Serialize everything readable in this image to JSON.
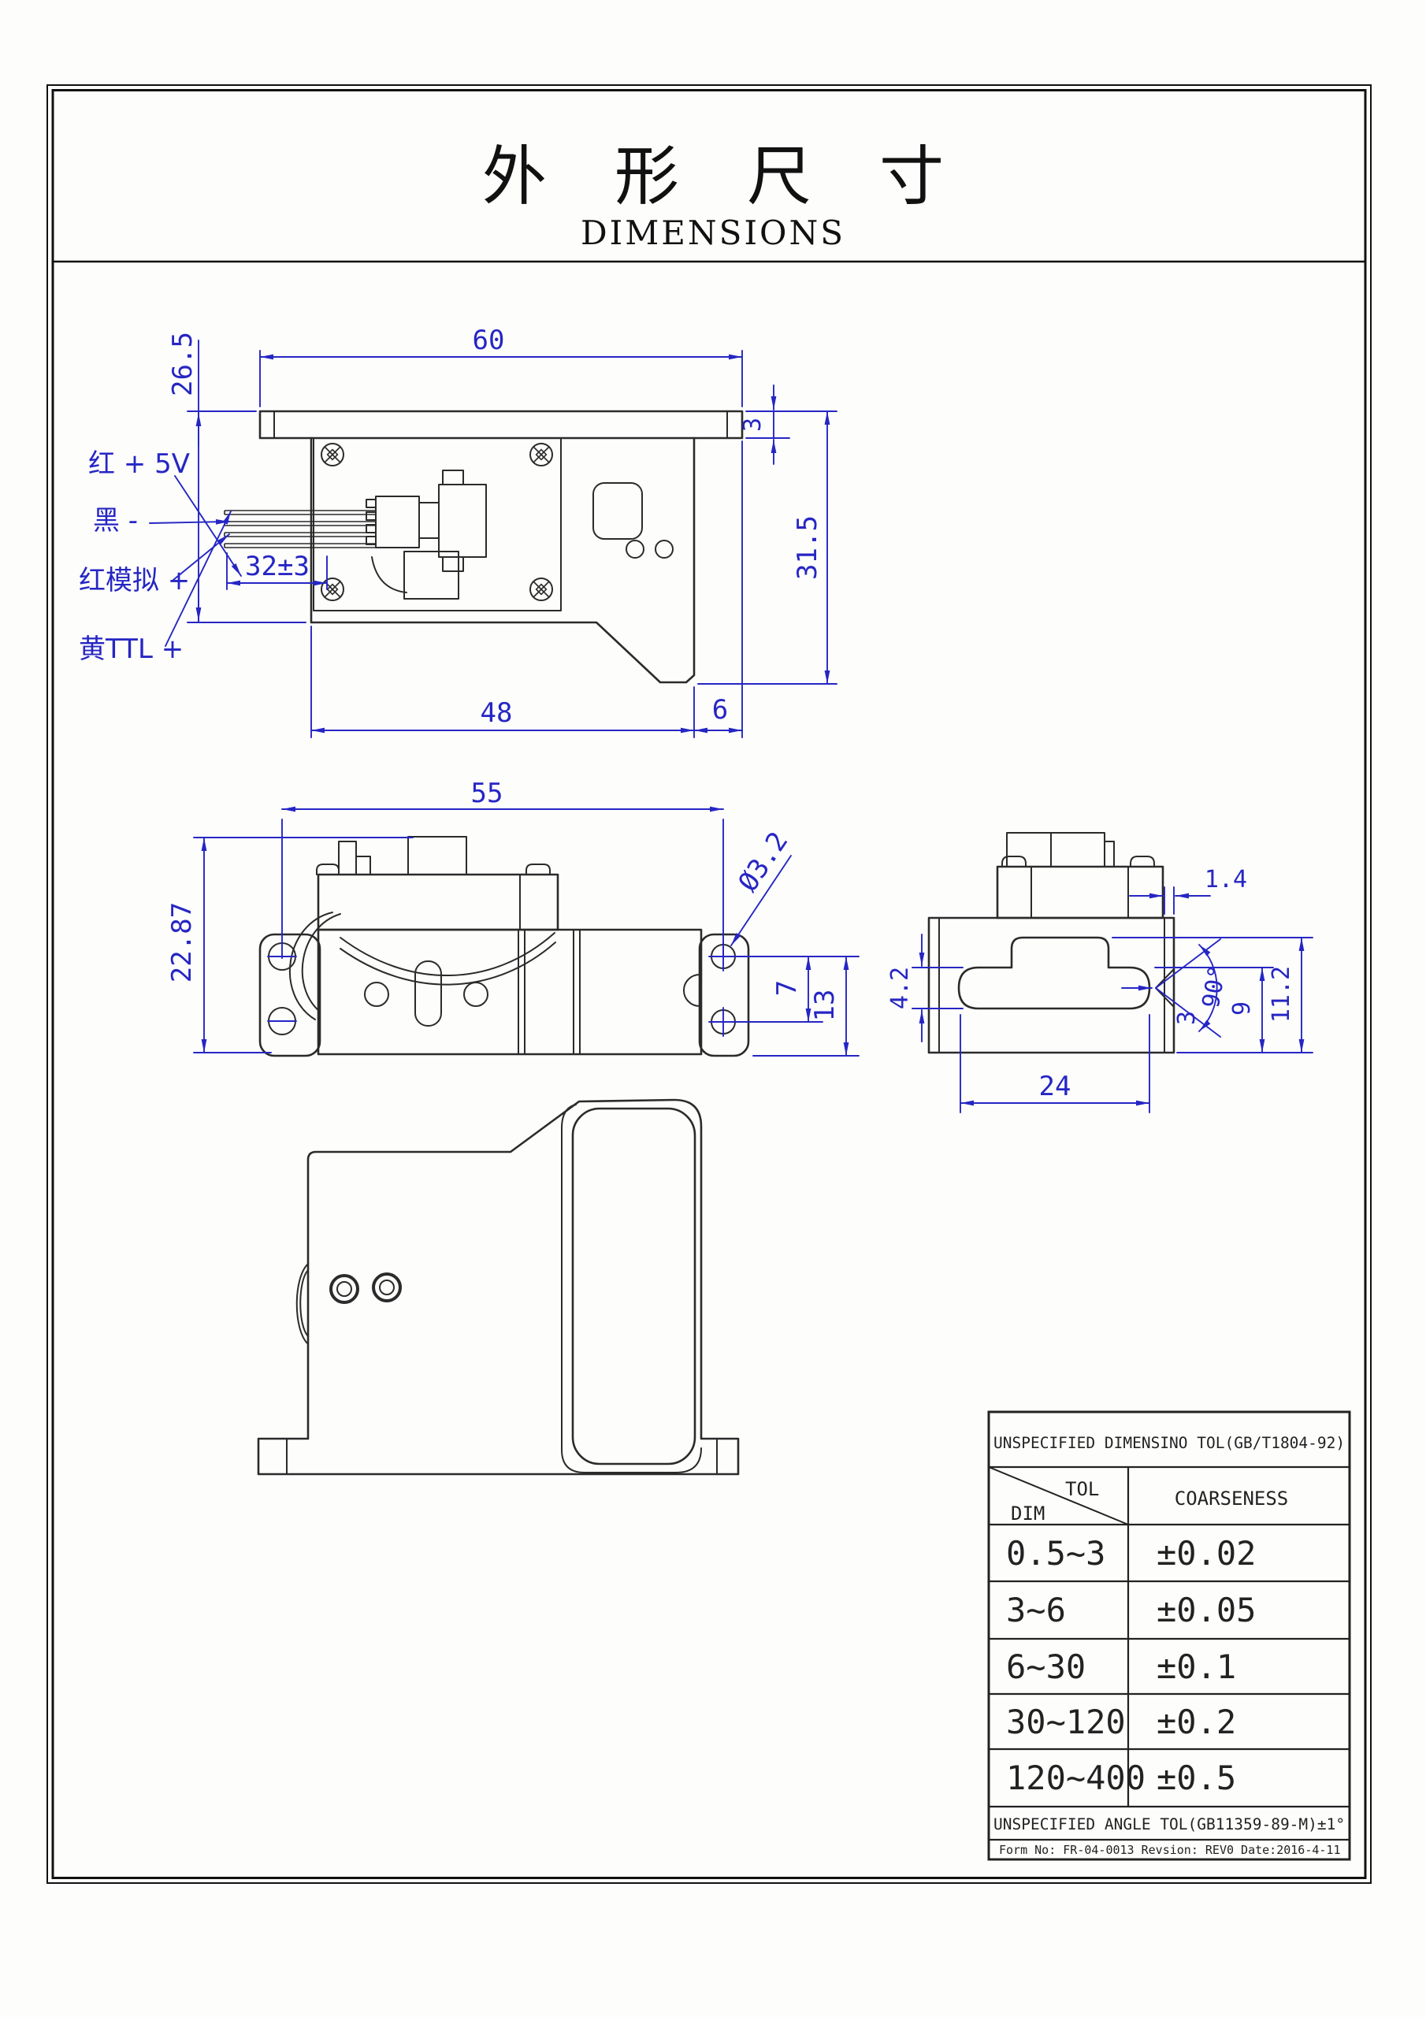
{
  "page": {
    "title_cn": "外 形 尺 寸",
    "title_en": "DIMENSIONS"
  },
  "colors": {
    "dimension": "#2626c4",
    "geometry": "#2b2b2b"
  },
  "top_view": {
    "dims": {
      "top_width": "60",
      "left_height": "26.5",
      "bar_thickness": "3",
      "right_height": "31.5",
      "body_width": "48",
      "bar_overhang": "6",
      "cable_length": "32±3"
    },
    "wire_labels": [
      "红 + 5V",
      "黑 -",
      "红模拟 +",
      "黄TTL +"
    ]
  },
  "side_view": {
    "dims": {
      "hole_span": "55",
      "total_height": "22.87",
      "hole_diameter": "Ø3.2",
      "hole_pitch": "7",
      "hole_to_bottom": "13"
    }
  },
  "end_view": {
    "dims": {
      "cap_width": "1.4",
      "window_height": "4.2",
      "beam_angle": "90°",
      "notch_depth": "3",
      "window_to_bottom": "9",
      "total_height": "11.2",
      "window_width": "24"
    }
  },
  "tolerance_table": {
    "title": "UNSPECIFIED DIMENSINO TOL(GB/T1804-92)",
    "corner": {
      "tol": "TOL",
      "dim": "DIM"
    },
    "col2_header": "COARSENESS",
    "rows": [
      {
        "dim": "0.5~3",
        "tol": "±0.02"
      },
      {
        "dim": "3~6",
        "tol": "±0.05"
      },
      {
        "dim": "6~30",
        "tol": "±0.1"
      },
      {
        "dim": "30~120",
        "tol": "±0.2"
      },
      {
        "dim": "120~400",
        "tol": "±0.5"
      }
    ],
    "angle_note": "UNSPECIFIED ANGLE TOL(GB11359-89-M)±1°",
    "form_line": "Form No: FR-04-0013 Revsion: REV0  Date:2016-4-11"
  }
}
